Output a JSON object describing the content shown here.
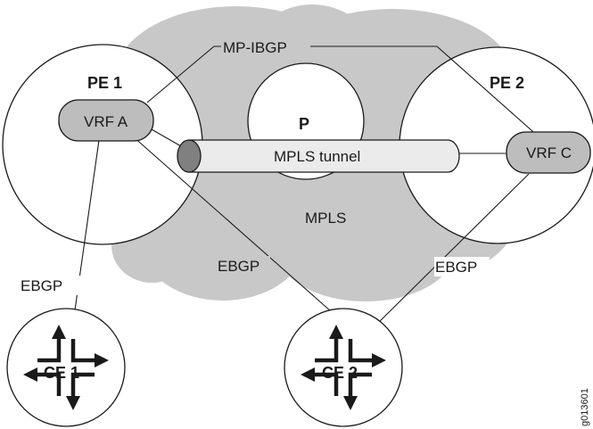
{
  "cloud": {
    "label": "MPLS"
  },
  "routers": {
    "pe1": {
      "label": "PE 1"
    },
    "pe2": {
      "label": "PE 2"
    },
    "p": {
      "label": "P"
    },
    "ce1": {
      "label": "CE 1"
    },
    "ce2": {
      "label": "CE 2"
    }
  },
  "vrfs": {
    "a": {
      "label": "VRF A"
    },
    "c": {
      "label": "VRF C"
    }
  },
  "tunnel": {
    "label": "MPLS tunnel"
  },
  "sessions": {
    "mp_ibgp": {
      "label": "MP-IBGP"
    },
    "ebgp_ce1": {
      "label": "EBGP"
    },
    "ebgp_ce2_pe1": {
      "label": "EBGP"
    },
    "ebgp_ce2_pe2": {
      "label": "EBGP"
    }
  },
  "figure_id": "g013601"
}
